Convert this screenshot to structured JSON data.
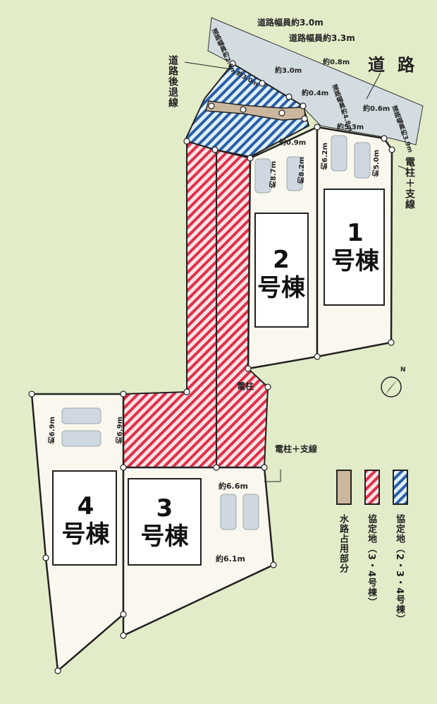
{
  "road": {
    "label": "道路",
    "setback_line_label": "道路後退線",
    "width_labels": [
      "道路幅員約3.0m",
      "道路幅員約3.3m",
      "道路幅員約2.6m",
      "道路幅員約4.8m",
      "道路幅員約3.9m"
    ]
  },
  "dimensions": {
    "d1": "約3.0m",
    "d2": "約3.0m",
    "d3": "約0.8m",
    "d4": "約0.4m",
    "d5": "約0.6m",
    "d6": "約5.3m",
    "d7": "約0.9m",
    "d8": "約8.7m",
    "d9": "約8.2m",
    "d10": "約6.2m",
    "d11": "約5.0m",
    "d12": "約6.9m",
    "d13": "約6.9m",
    "d14": "約6.6m",
    "d15": "約6.1m"
  },
  "poles": {
    "pole_guy_1": "電柱＋支線",
    "pole": "電柱",
    "pole_guy_2": "電柱＋支線"
  },
  "lots": [
    {
      "num": "1",
      "label": "号棟"
    },
    {
      "num": "2",
      "label": "号棟"
    },
    {
      "num": "3",
      "label": "号棟"
    },
    {
      "num": "4",
      "label": "号棟"
    }
  ],
  "compass": {
    "label": "N"
  },
  "legend": [
    {
      "label": "水路占用部分",
      "color": "#cbb79e"
    },
    {
      "label": "協定地（3・4号棟）",
      "color": "#e0304a"
    },
    {
      "label": "協定地（2・3・4号棟）",
      "color": "#2a5fa8"
    }
  ],
  "colors": {
    "background": "#e3ecc8",
    "road": "#d3dce0",
    "lot": "#faf7ee"
  }
}
